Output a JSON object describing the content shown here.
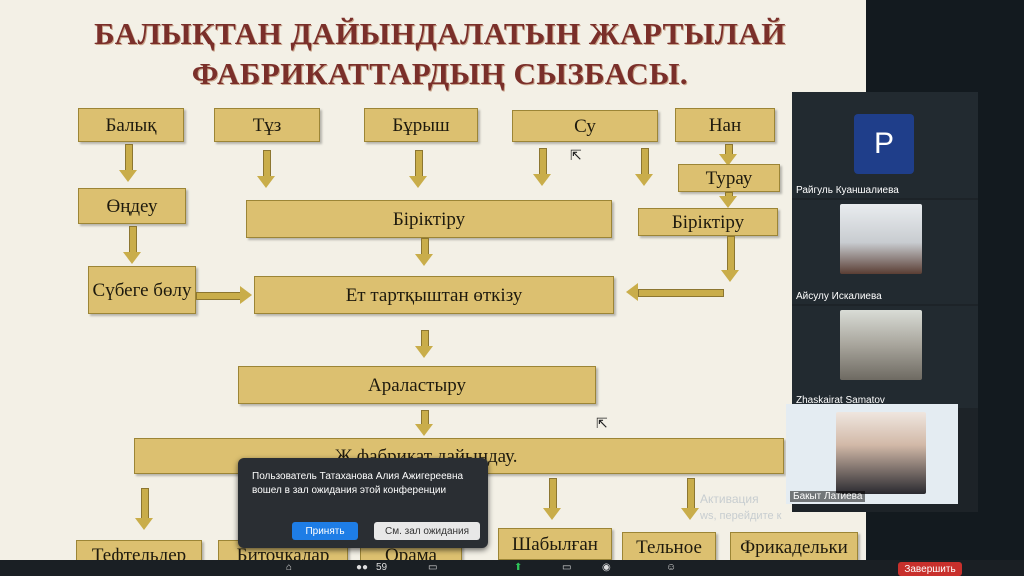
{
  "slide": {
    "title_line1": "БАЛЫҚТАН ДАЙЫНДАЛАТЫН ЖАРТЫЛАЙ",
    "title_line2": "ФАБРИКАТТАРДЫҢ СЫЗБАСЫ.",
    "inputs": [
      "Балық",
      "Тұз",
      "Бұрыш",
      "Су",
      "Нан"
    ],
    "steps": {
      "oandeu": "Өңдеу",
      "turau": "Турау",
      "biriktiru_main": "Біріктіру",
      "biriktiru_right": "Біріктіру",
      "subege_bolu": "Сүбеге бөлу",
      "et_tartqysh": "Ет тартқыштан өткізу",
      "aralastyru": "Араластыру",
      "dayindau": "Ж                    фабрикат дайындау."
    },
    "products": [
      "Тефтельдер",
      "Биточкалар",
      "Орама",
      "Шабылған",
      "Тельное",
      "Фрикадельки"
    ]
  },
  "participants": [
    {
      "name": "Райгуль Куаншалиева",
      "avatar_letter": "P"
    },
    {
      "name": "Айсулу Искалиева"
    },
    {
      "name": "Zhaskairat Samatov"
    },
    {
      "name": "Бакыт Латиева"
    }
  ],
  "notification": {
    "message": "Пользователь Татаханова Алия Ажигереевна вошел в зал ожидания этой конференции",
    "accept_label": "Принять",
    "waiting_room_label": "См. зал ожидания"
  },
  "watermark": {
    "line1": "Активация",
    "line2": "ws, перейдите к"
  },
  "toolbar": {
    "participants_count": "59",
    "end_label": "Завершить"
  },
  "colors": {
    "box_fill": "#dcc070",
    "title_color": "#7a2f2a",
    "accept_blue": "#1e7de6",
    "end_red": "#c8302c"
  }
}
